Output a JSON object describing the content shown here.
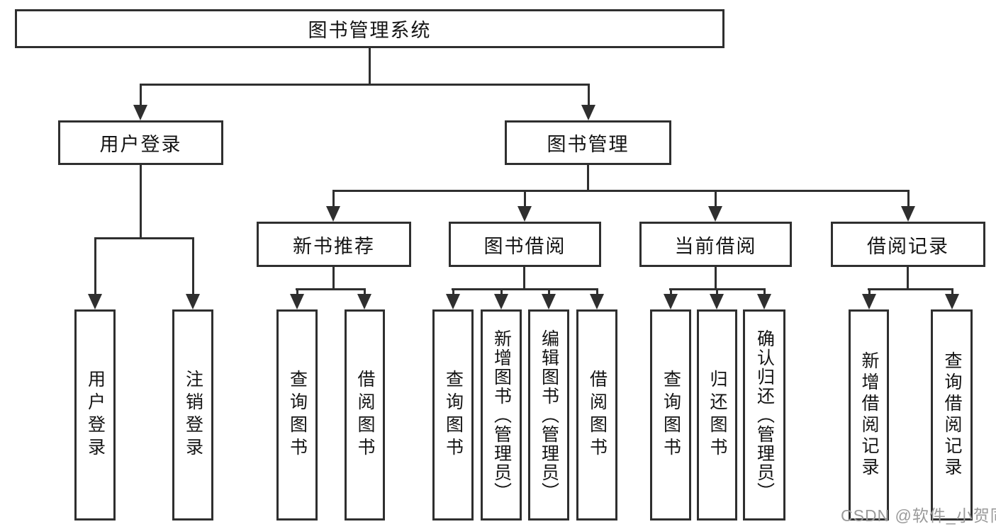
{
  "title": "图书管理系统",
  "level1": {
    "user_login": "用户登录",
    "book_management": "图书管理"
  },
  "level2": {
    "new_book": "新书推荐",
    "book_borrow": "图书借阅",
    "current_borrow": "当前借阅",
    "borrow_records": "借阅记录"
  },
  "leaves": {
    "user_login_1": "用户登录",
    "user_login_2": "注销登录",
    "new_book_1": "查询图书",
    "new_book_2": "借阅图书",
    "book_borrow_1": "查询图书",
    "book_borrow_2": "新增图书（管理员）",
    "book_borrow_3": "编辑图书（管理员）",
    "book_borrow_4": "借阅图书",
    "current_borrow_1": "查询图书",
    "current_borrow_2": "归还图书",
    "current_borrow_3": "确认归还（管理员）",
    "borrow_records_1": "新增借阅记录",
    "borrow_records_2": "查询借阅记录"
  },
  "watermark": "CSDN @软件_小贺同学",
  "colors": {
    "line": "#2f2f2f",
    "text": "#141414",
    "watermark": "#9a9a9a",
    "background": "#ffffff"
  }
}
